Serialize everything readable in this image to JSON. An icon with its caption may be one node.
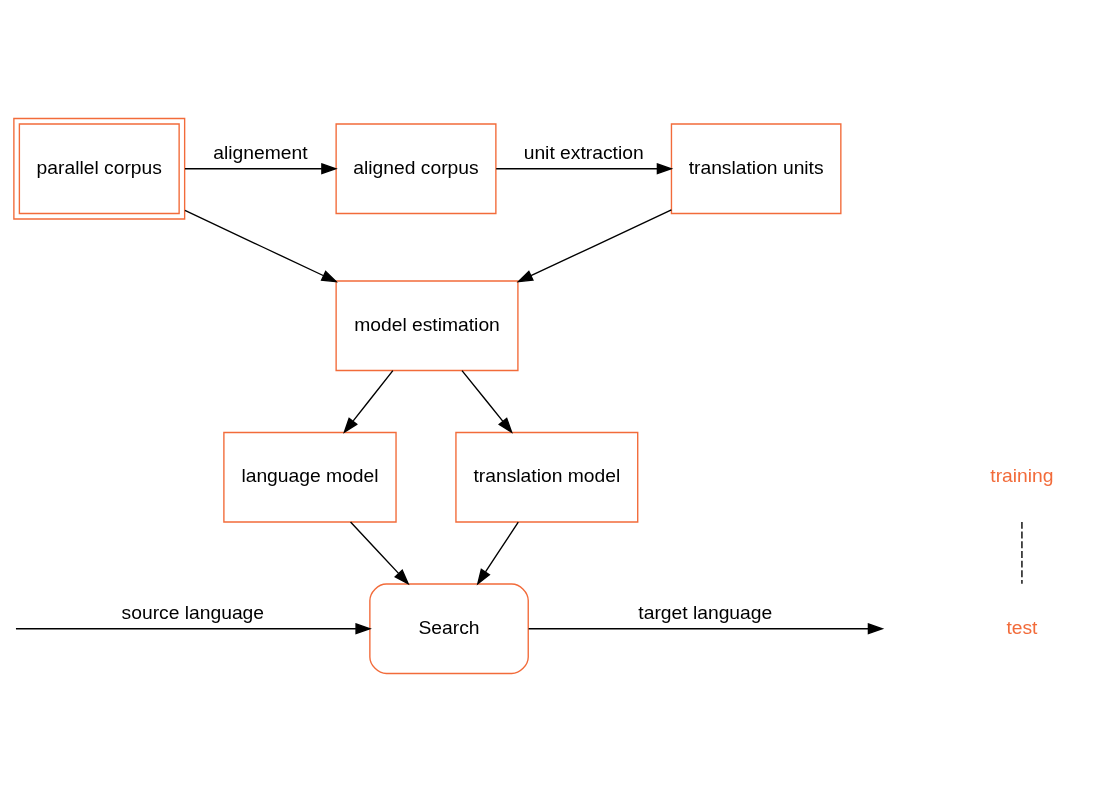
{
  "diagram": {
    "nodes": [
      {
        "text": [
          "parallel corpus"
        ]
      },
      {
        "text": [
          "aligned corpus"
        ]
      },
      {
        "text": [
          "translation units"
        ]
      },
      {
        "text": [
          "model estimation"
        ]
      },
      {
        "text": [
          "language model"
        ]
      },
      {
        "text": [
          "translation model"
        ]
      },
      {
        "text": [
          "Search"
        ]
      }
    ],
    "edges": [
      {
        "from": 0,
        "to": 1,
        "arrow": "to",
        "label": "alignement"
      },
      {
        "from": 1,
        "to": 2,
        "arrow": "to",
        "label": "unit extraction"
      },
      {
        "from": 0,
        "to": 3,
        "arrow": "to"
      },
      {
        "from": 2,
        "to": 3,
        "arrow": "to"
      },
      {
        "from": 3,
        "to": 4,
        "arrow": "to"
      },
      {
        "from": 3,
        "to": 5,
        "arrow": "to"
      },
      {
        "from": 4,
        "to": 6,
        "arrow": "to"
      },
      {
        "from": 5,
        "to": 6,
        "arrow": "to"
      },
      {
        "from": null,
        "to": 6,
        "arrow": "to",
        "label": "source language"
      },
      {
        "from": 6,
        "to": null,
        "arrow": "to",
        "label": "target language"
      }
    ],
    "labels": [
      "training",
      "test"
    ]
  }
}
